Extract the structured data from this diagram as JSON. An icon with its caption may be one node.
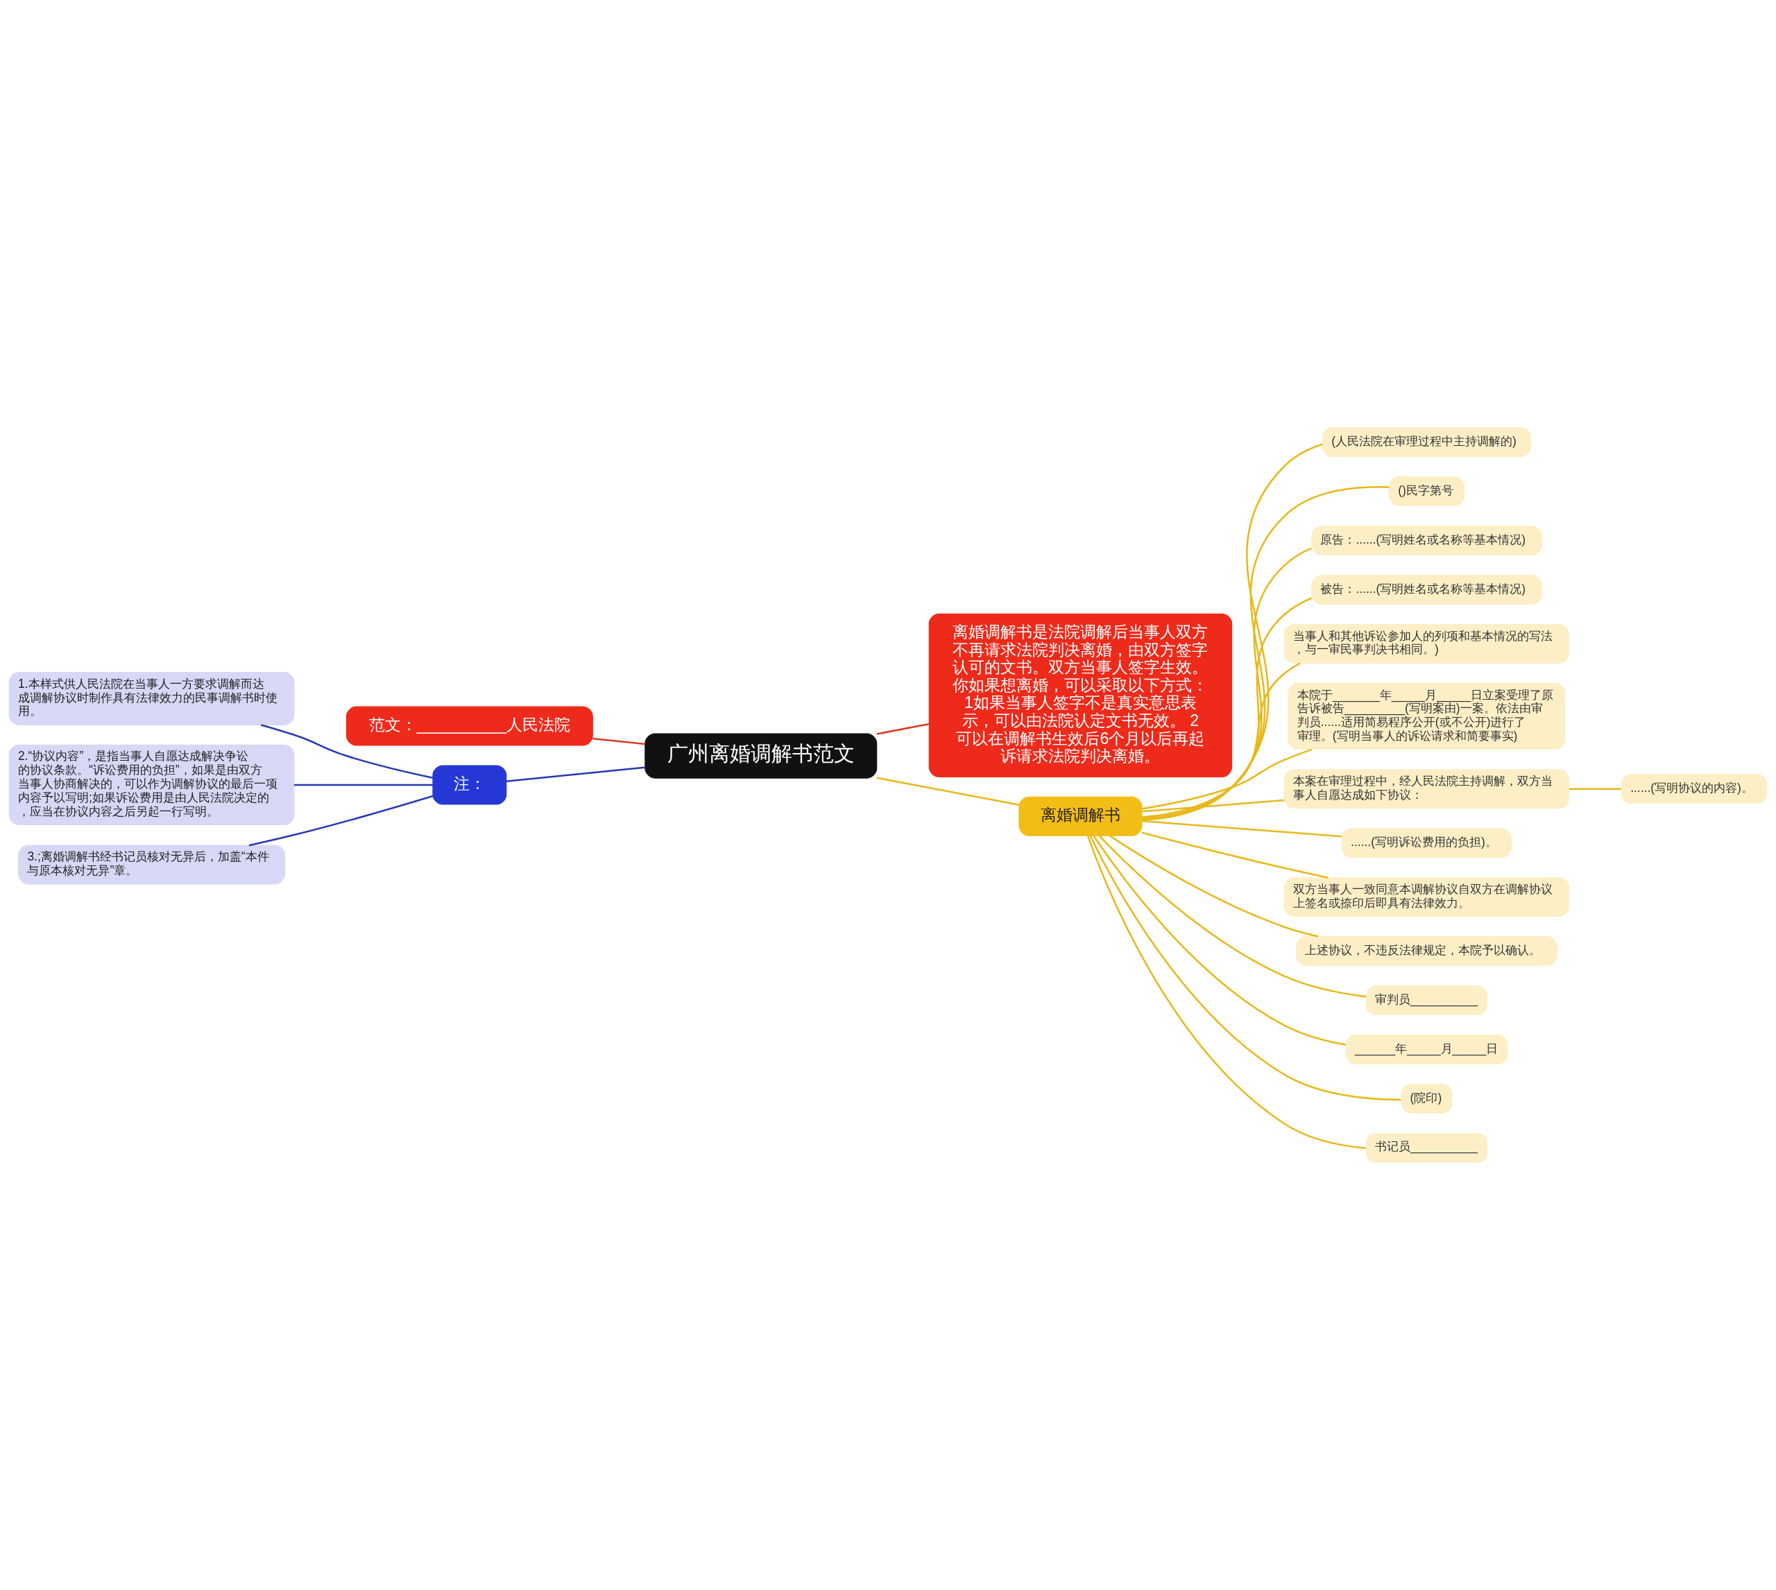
{
  "diagram": {
    "nodes": [
      {
        "text": [
          "广州离婚调解书范文"
        ]
      },
      {
        "text": [
          "离婚调解书是法院调解后当事人双方不再请求法院判决离婚，由双方签字认可的文书。双方当事人签字生效。你如果想离婚，可以采取以下方式： 1如果当事人签字不是真实意思表示，可以由法院认定文书无效。 2可以在调解书生效后6个月以后再起诉请求法院判决离婚。"
        ]
      },
      {
        "text": [
          "范文：__________人民法院"
        ]
      },
      {
        "text": [
          "注："
        ]
      },
      {
        "text": [
          "1.本样式供人民法院在当事人一方要求调解而达成调解协议时制作具有法律效力的民事调解书时使用。"
        ]
      },
      {
        "text": [
          "2.“协议内容”，是指当事人自愿达成解决争讼的协议条款。“诉讼费用的负担”，如果是由双方当事人协商解决的，可以作为调解协议的最后一项内容予以写明;如果诉讼费用是由人民法院决定的，应当在协议内容之后另起一行写明。"
        ]
      },
      {
        "text": [
          "3.;离婚调解书经书记员核对无异后，加盖“本件与原本核对无异”章。"
        ]
      },
      {
        "text": [
          "离婚调解书"
        ]
      },
      {
        "text": [
          "(人民法院在审理过程中主持调解的)"
        ]
      },
      {
        "text": [
          "()民字第号"
        ]
      },
      {
        "text": [
          "原告：......(写明姓名或名称等基本情况)"
        ]
      },
      {
        "text": [
          "被告：......(写明姓名或名称等基本情况)"
        ]
      },
      {
        "text": [
          "当事人和其他诉讼参加人的列项和基本情况的写法，与一审民事判决书相同。)"
        ]
      },
      {
        "text": [
          "本院于_______年_____月_____日立案受理了原告诉被告_________(写明案由)一案。依法由审判员......适用简易程序公开(或不公开)进行了审理。(写明当事人的诉讼请求和简要事实)"
        ]
      },
      {
        "text": [
          "本案在审理过程中，经人民法院主持调解，双方当事人自愿达成如下协议："
        ]
      },
      {
        "text": [
          "......(写明协议的内容)。"
        ]
      },
      {
        "text": [
          "......(写明诉讼费用的负担)。"
        ]
      },
      {
        "text": [
          "双方当事人一致同意本调解协议自双方在调解协议上签名或捺印后即具有法律效力。"
        ]
      },
      {
        "text": [
          "上述协议，不违反法律规定，本院予以确认。"
        ]
      },
      {
        "text": [
          "审判员__________"
        ]
      },
      {
        "text": [
          "______年_____月_____日"
        ]
      },
      {
        "text": [
          "(院印)"
        ]
      },
      {
        "text": [
          "书记员__________"
        ]
      }
    ],
    "edges": [
      {
        "from": 0,
        "to": 1,
        "arrow": "none",
        "color": "#d93a25"
      },
      {
        "from": 0,
        "to": 2,
        "arrow": "none",
        "color": "#d93a25"
      },
      {
        "from": 0,
        "to": 3,
        "arrow": "none",
        "color": "#2538b5"
      },
      {
        "from": 3,
        "to": 4,
        "arrow": "none",
        "color": "#2538b5"
      },
      {
        "from": 3,
        "to": 5,
        "arrow": "none",
        "color": "#2538b5"
      },
      {
        "from": 3,
        "to": 6,
        "arrow": "none",
        "color": "#2538b5"
      },
      {
        "from": 0,
        "to": 7,
        "arrow": "none"
      },
      {
        "from": 7,
        "to": 8,
        "arrow": "none"
      },
      {
        "from": 7,
        "to": 9,
        "arrow": "none"
      },
      {
        "from": 7,
        "to": 10,
        "arrow": "none"
      },
      {
        "from": 7,
        "to": 11,
        "arrow": "none"
      },
      {
        "from": 7,
        "to": 12,
        "arrow": "none"
      },
      {
        "from": 7,
        "to": 13,
        "arrow": "none"
      },
      {
        "from": 7,
        "to": 14,
        "arrow": "none"
      },
      {
        "from": 14,
        "to": 15,
        "arrow": "none"
      },
      {
        "from": 7,
        "to": 16,
        "arrow": "none"
      },
      {
        "from": 7,
        "to": 17,
        "arrow": "none"
      },
      {
        "from": 7,
        "to": 18,
        "arrow": "none"
      },
      {
        "from": 7,
        "to": 19,
        "arrow": "none"
      },
      {
        "from": 7,
        "to": 20,
        "arrow": "none"
      },
      {
        "from": 7,
        "to": 21,
        "arrow": "none"
      },
      {
        "from": 7,
        "to": 22,
        "arrow": "none"
      }
    ]
  }
}
